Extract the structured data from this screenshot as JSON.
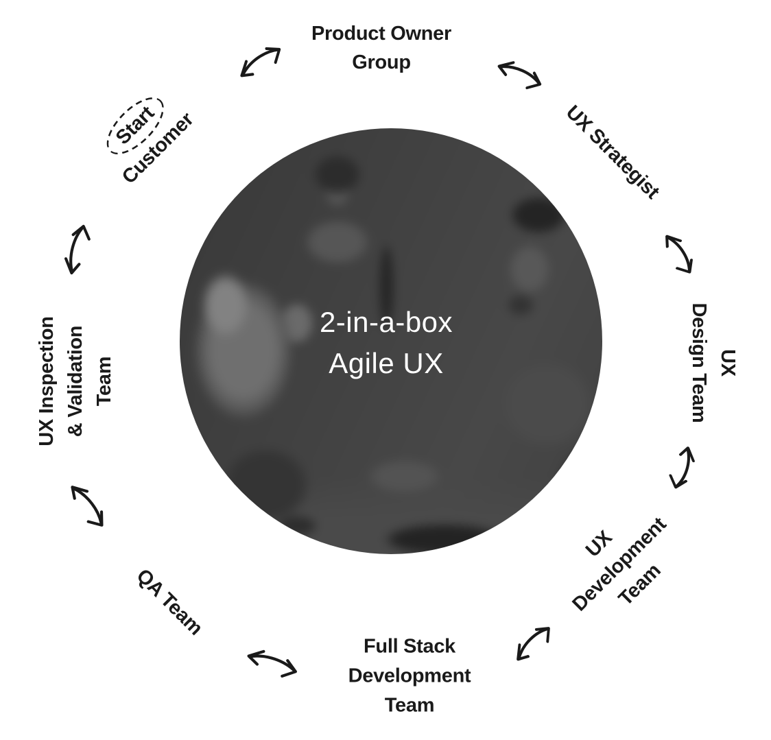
{
  "page": {
    "background": "#ffffff",
    "photo_alt": "grayscale photo of three colleagues collaborating at a laptop, darkened"
  },
  "center": {
    "l1": "2-in-a-box",
    "l2": "Agile UX",
    "text_color": "#ffffff"
  },
  "labels": {
    "product_owner_group": {
      "l1": "Product Owner",
      "l2": "Group"
    },
    "ux_strategist": {
      "l1": "UX Strategist"
    },
    "ux_design_team": {
      "l1": "UX",
      "l2": "Design Team"
    },
    "ux_development_team": {
      "l1": "UX",
      "l2": "Development",
      "l3": "Team"
    },
    "full_stack_development_team": {
      "l1": "Full Stack",
      "l2": "Development",
      "l3": "Team"
    },
    "qa_team": {
      "l1": "QA Team"
    },
    "ux_inspection_validation_team": {
      "l1": "UX Inspection",
      "l2": "& Validation",
      "l3": "Team"
    },
    "start_customer": {
      "l1": "Start",
      "l2": "Customer"
    }
  },
  "colors": {
    "label_text": "#1a1a1a",
    "arrow": "#1a1a1a",
    "start_ellipse": "#1a1a1a"
  },
  "connections": [
    {
      "from": "start_customer",
      "to": "product_owner_group"
    },
    {
      "from": "product_owner_group",
      "to": "ux_strategist"
    },
    {
      "from": "ux_strategist",
      "to": "ux_design_team"
    },
    {
      "from": "ux_design_team",
      "to": "ux_development_team"
    },
    {
      "from": "ux_development_team",
      "to": "full_stack_development_team"
    },
    {
      "from": "full_stack_development_team",
      "to": "qa_team"
    },
    {
      "from": "qa_team",
      "to": "ux_inspection_validation_team"
    },
    {
      "from": "ux_inspection_validation_team",
      "to": "start_customer"
    }
  ]
}
